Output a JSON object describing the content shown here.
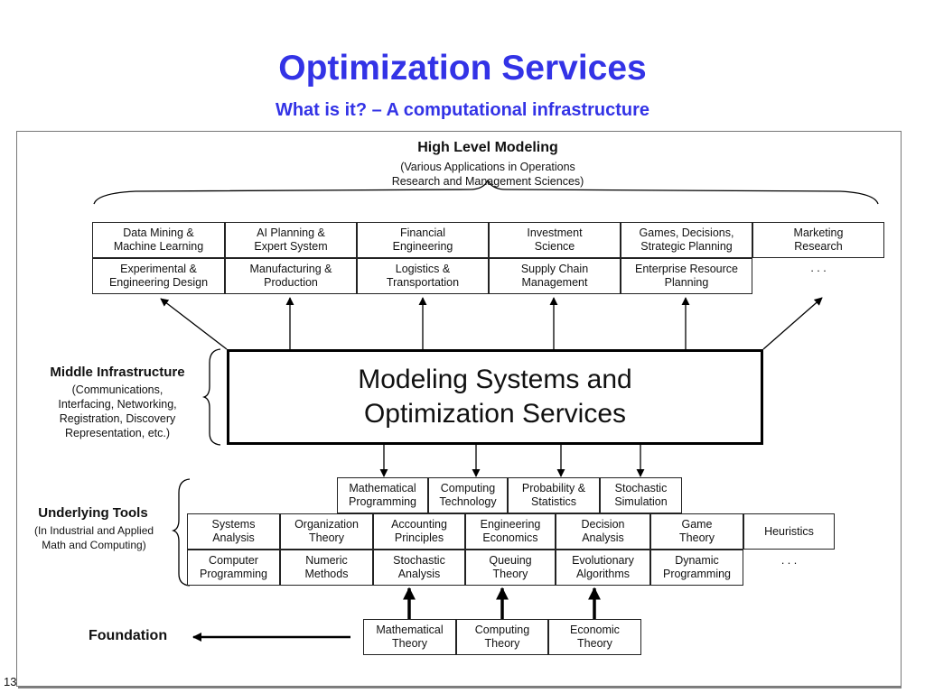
{
  "slide": {
    "title": "Optimization Services",
    "subtitle": "What is it? – A computational infrastructure",
    "page_number": "13"
  },
  "high_level": {
    "title": "High Level Modeling",
    "description": "(Various Applications in Operations\nResearch and Management Sciences)",
    "row1": [
      "Data Mining &\nMachine Learning",
      "AI Planning &\nExpert System",
      "Financial\nEngineering",
      "Investment\nScience",
      "Games, Decisions,\nStrategic Planning",
      "Marketing\nResearch"
    ],
    "row2": [
      "Experimental &\nEngineering  Design",
      "Manufacturing &\nProduction",
      "Logistics &\nTransportation",
      "Supply Chain\nManagement",
      "Enterprise Resource\nPlanning",
      ". . ."
    ]
  },
  "middle": {
    "title": "Middle Infrastructure",
    "description": "(Communications,\nInterfacing,  Networking,\nRegistration, Discovery\nRepresentation, etc.)",
    "central_box": "Modeling Systems and\nOptimization Services"
  },
  "tools": {
    "title": "Underlying Tools",
    "description": "(In Industrial and Applied\nMath and Computing)",
    "top_row": [
      "Mathematical\nProgramming",
      "Computing\nTechnology",
      "Probability &\nStatistics",
      "Stochastic\nSimulation"
    ],
    "row1": [
      "Systems\nAnalysis",
      "Organization\nTheory",
      "Accounting\nPrinciples",
      "Engineering\nEconomics",
      "Decision\nAnalysis",
      "Game\nTheory",
      "Heuristics"
    ],
    "row2": [
      "Computer\nProgramming",
      "Numeric\nMethods",
      "Stochastic\nAnalysis",
      "Queuing\nTheory",
      "Evolutionary\nAlgorithms",
      "Dynamic\nProgramming",
      ". . ."
    ]
  },
  "foundation": {
    "label": "Foundation",
    "boxes": [
      "Mathematical\nTheory",
      "Computing\nTheory",
      "Economic\nTheory"
    ]
  }
}
